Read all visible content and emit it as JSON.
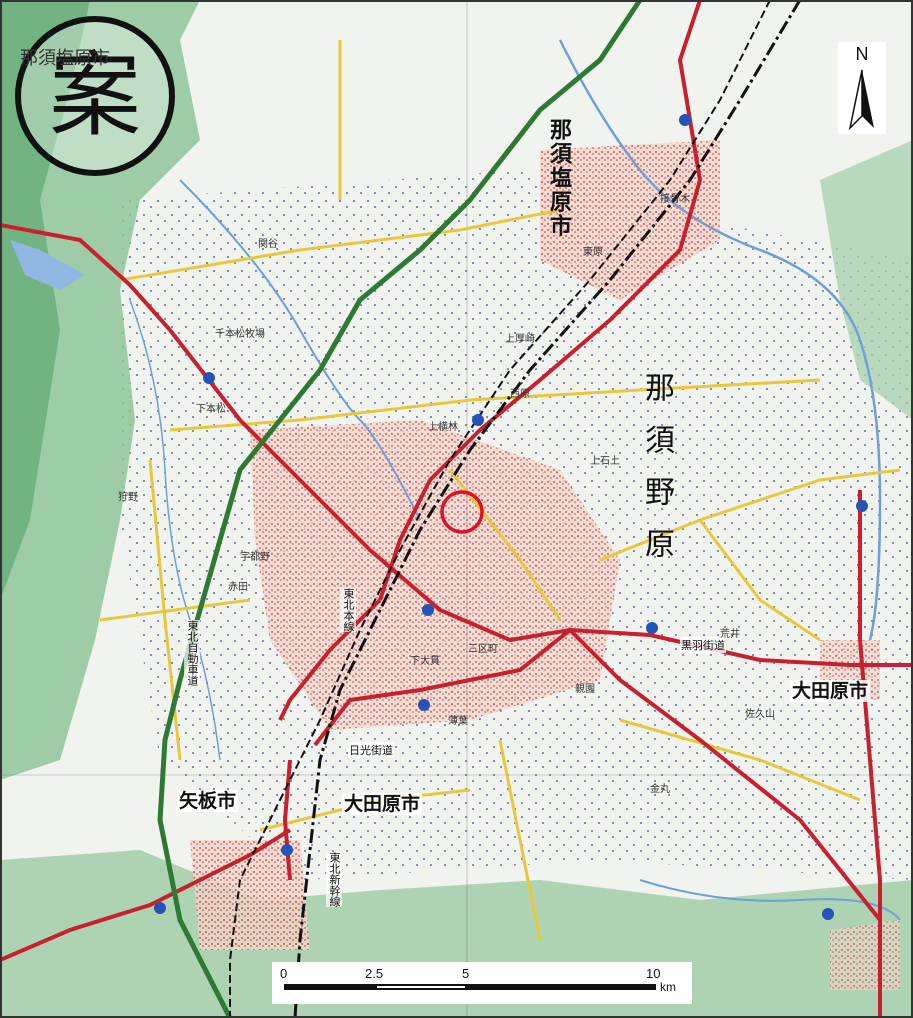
{
  "stamp": {
    "text": "案"
  },
  "north": {
    "letter": "N"
  },
  "scale": {
    "ticks": [
      "0",
      "2.5",
      "5",
      "10"
    ],
    "unit": "km"
  },
  "cities": {
    "nasushiobara": "那須塩原市",
    "nasushiobara_corner": "那須塩原市",
    "yaita": "矢板市",
    "otawara_center": "大田原市",
    "otawara_east": "大田原市"
  },
  "district": {
    "text": "那須野原"
  },
  "roads": {
    "nikko_kaido": "日光街道",
    "kurobane_kaido": "黒羽街道",
    "tohoku_expressway": "東北自動車道",
    "tohoku_shinkansen": "東北新幹線",
    "tohoku_honsen": "東北本線"
  },
  "places": [
    "下本松",
    "千本松牧場",
    "関谷",
    "上横林",
    "西原",
    "東原",
    "上石上",
    "狩野",
    "宇都野",
    "赤田",
    "三区町",
    "下大貫",
    "薄葉",
    "佐久山",
    "金丸",
    "親園",
    "上厚崎",
    "接骨木",
    "荒井"
  ],
  "colors": {
    "route_highway": "#c8202f",
    "expressway": "#2e7a34",
    "railway": "#111111",
    "marker": "#e0102a",
    "terrain": "#7fb98a",
    "urban": "#d97a6a"
  },
  "marker": {
    "icon": "target-circle-icon"
  }
}
